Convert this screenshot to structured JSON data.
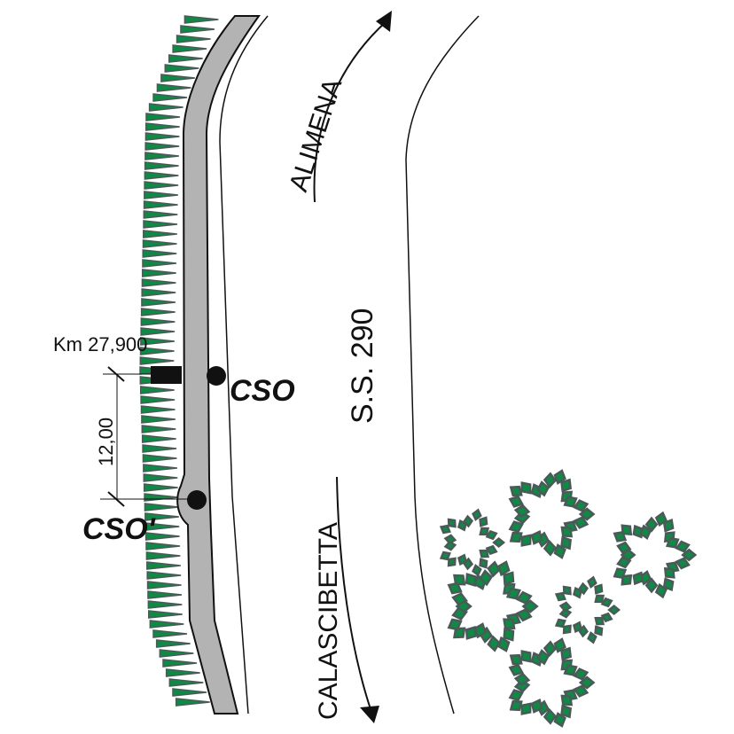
{
  "labels": {
    "direction_north": "ALIMENA",
    "road_name": "S.S. 290",
    "direction_south": "CALASCIBETTA",
    "kilometer": "Km 27,900",
    "distance": "12,00",
    "point_a": "CSO",
    "point_b": "CSO'"
  },
  "colors": {
    "sidewalk": "#b3b3b3",
    "leaf_fill": "#0f8a44",
    "leaf_outline": "#4a5a58",
    "line": "#111111"
  },
  "trees": [
    {
      "size": "large"
    },
    {
      "size": "small"
    },
    {
      "size": "large"
    },
    {
      "size": "large"
    },
    {
      "size": "small"
    },
    {
      "size": "large"
    }
  ]
}
